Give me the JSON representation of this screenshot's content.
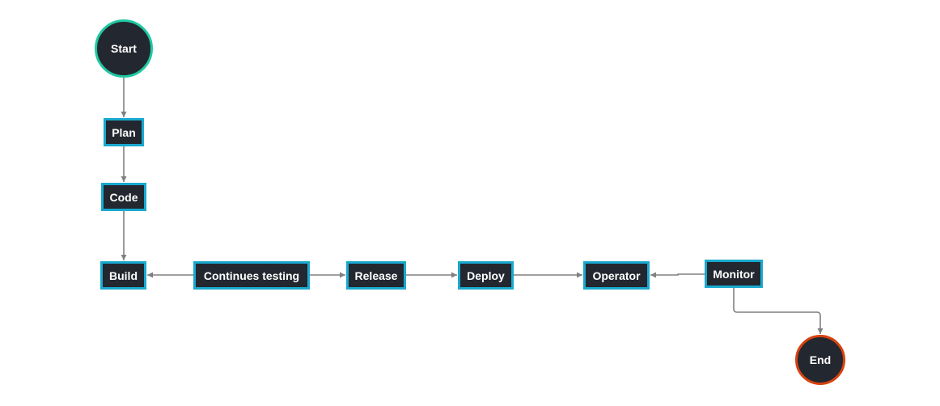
{
  "diagram": {
    "colors": {
      "node_fill": "#23272f",
      "node_text": "#ffffff",
      "process_border": "#19a9cf",
      "start_border": "#1fc9a2",
      "end_border": "#d6420f",
      "edge": "#808080"
    },
    "nodes": {
      "start": "Start",
      "plan": "Plan",
      "code": "Code",
      "build": "Build",
      "testing": "Continues testing",
      "release": "Release",
      "deploy": "Deploy",
      "operator": "Operator",
      "monitor": "Monitor",
      "end": "End"
    }
  }
}
